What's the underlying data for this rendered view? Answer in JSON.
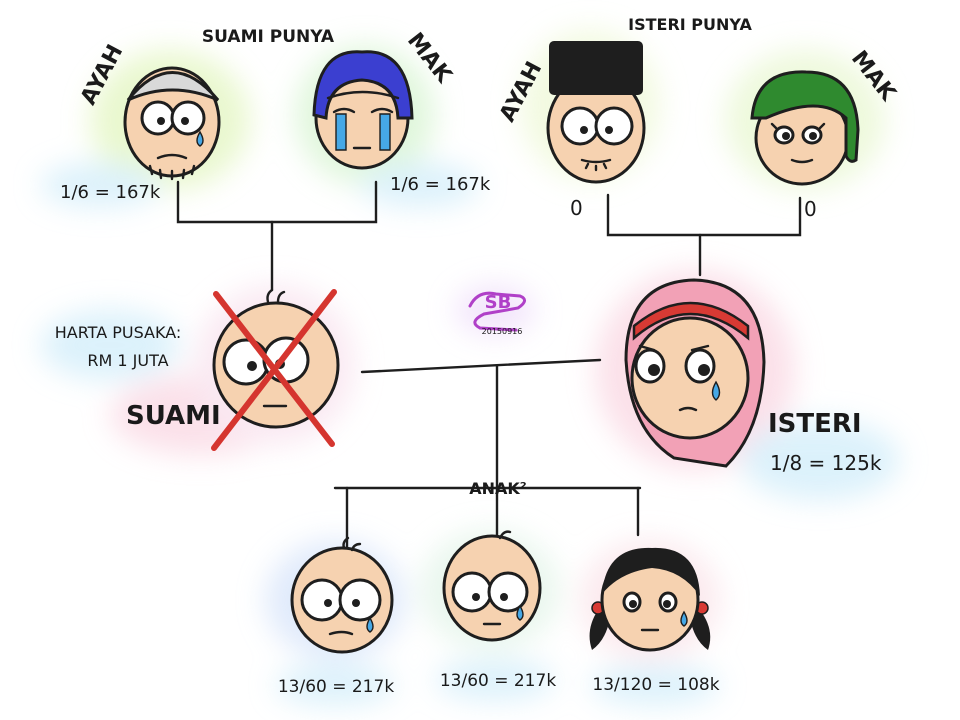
{
  "top": {
    "husband_side": {
      "heading": "SUAMI PUNYA",
      "father": {
        "label": "AYAH",
        "share": "1/6 = 167k"
      },
      "mother": {
        "label": "MAK",
        "share": "1/6 = 167k"
      }
    },
    "wife_side": {
      "heading": "ISTERI PUNYA",
      "father": {
        "label": "AYAH",
        "share": "0"
      },
      "mother": {
        "label": "MAK",
        "share": "0"
      }
    }
  },
  "middle": {
    "estate": {
      "line1": "HARTA PUSAKA:",
      "line2": "RM 1 JUTA"
    },
    "husband": {
      "label": "SUAMI"
    },
    "wife": {
      "label": "ISTERI",
      "share": "1/8 = 125k"
    },
    "signature": {
      "initials": "SB",
      "date": "20150916"
    }
  },
  "children": {
    "heading": "ANAK²",
    "items": [
      {
        "share": "13/60 = 217k"
      },
      {
        "share": "13/60 = 217k"
      },
      {
        "share": "13/120 = 108k"
      }
    ]
  },
  "colors": {
    "x_mark": "#d5352f",
    "hijab_pink": "#f2a1b6",
    "headband_red": "#d83a34",
    "blue_cap": "#3b3fd0",
    "green_hijab": "#2f8a2f",
    "songkok": "#1e1e1e",
    "kopiah_grey": "#d9d9d9"
  }
}
